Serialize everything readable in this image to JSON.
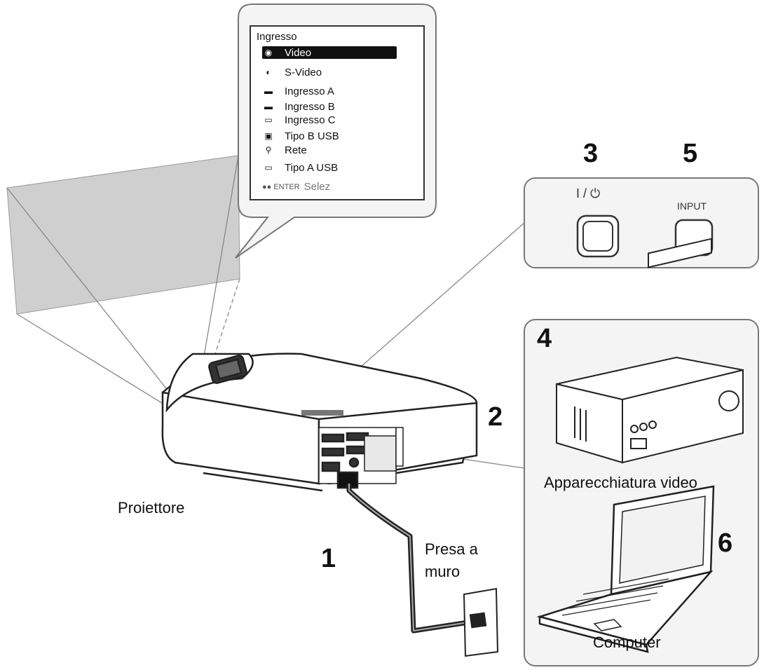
{
  "menu": {
    "title": "Ingresso",
    "items": [
      {
        "label": "Video",
        "icon": "circle-icon",
        "selected": true
      },
      {
        "label": "S-Video",
        "icon": "svideo-icon",
        "selected": false
      },
      {
        "label": "Ingresso A",
        "icon": "hdmi-icon",
        "selected": false
      },
      {
        "label": "Ingresso B",
        "icon": "hdmi-icon",
        "selected": false
      },
      {
        "label": "Ingresso C",
        "icon": "connector-icon",
        "selected": false
      },
      {
        "label": "Tipo B USB",
        "icon": "usb-b-icon",
        "selected": false
      },
      {
        "label": "Rete",
        "icon": "network-icon",
        "selected": false
      },
      {
        "label": "Tipo A USB",
        "icon": "usb-a-icon",
        "selected": false
      }
    ],
    "footer": "Selez"
  },
  "steps": {
    "s1": "1",
    "s2": "2",
    "s3": "3",
    "s4": "4",
    "s5": "5",
    "s6": "6"
  },
  "labels": {
    "projector": "Proiettore",
    "wall_outlet": "Presa a\nmuro",
    "video_equipment": "Apparecchiatura video",
    "computer": "Computer"
  },
  "buttons": {
    "power_symbol": "I / ⏻",
    "input": "INPUT"
  }
}
